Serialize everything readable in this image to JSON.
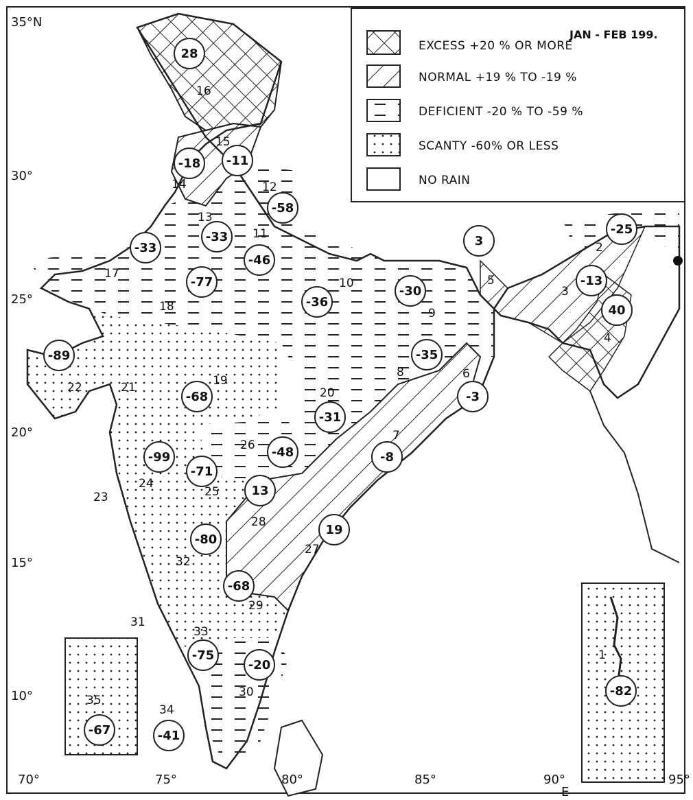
{
  "title": "JAN - FEB 199.",
  "latitude_labels": [
    "35°N",
    "30°",
    "25°",
    "20°",
    "15°",
    "10°"
  ],
  "longitude_labels": [
    "70°",
    "75°",
    "80°",
    "85°",
    "90°",
    "95°"
  ],
  "east_label": "E",
  "legend": [
    {
      "pattern": "crosshatch",
      "label": "EXCESS +20 % OR MORE"
    },
    {
      "pattern": "diagonal",
      "label": "NORMAL +19 % TO -19 %"
    },
    {
      "pattern": "dashed",
      "label": "DEFICIENT -20 % TO -59 %"
    },
    {
      "pattern": "dotted",
      "label": "SCANTY -60% OR LESS"
    },
    {
      "pattern": "blank",
      "label": "NO RAIN"
    }
  ],
  "subdivision_numbers": [
    "1",
    "2",
    "3",
    "4",
    "5",
    "6",
    "7",
    "8",
    "9",
    "10",
    "11",
    "12",
    "13",
    "14",
    "15",
    "16",
    "17",
    "18",
    "19",
    "20",
    "21",
    "22",
    "23",
    "24",
    "25",
    "26",
    "27",
    "28",
    "29",
    "30",
    "31",
    "32",
    "33",
    "34",
    "35"
  ],
  "departure_values": [
    "28",
    "-18",
    "-11",
    "-58",
    "-33",
    "-33",
    "-46",
    "-77",
    "-36",
    "-30",
    "3",
    "-25",
    "-13",
    "40",
    "-89",
    "-35",
    "-68",
    "-3",
    "-31",
    "-99",
    "-48",
    "-8",
    "-71",
    "13",
    "-80",
    "19",
    "-68",
    "-75",
    "-20",
    "-41",
    "-67",
    "-82"
  ]
}
